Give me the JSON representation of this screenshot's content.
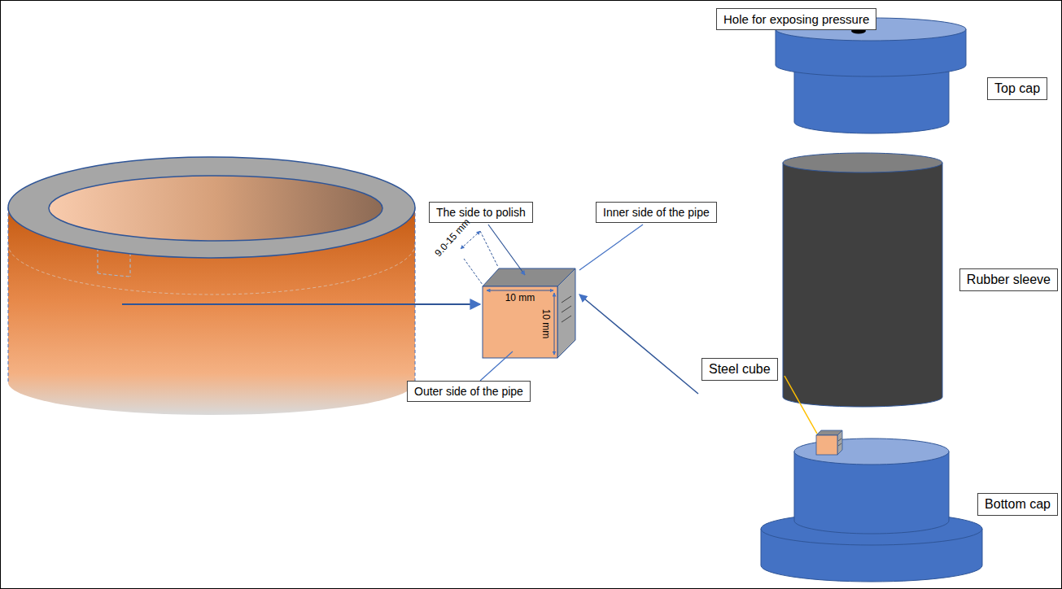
{
  "diagram": {
    "nodes": [
      {
        "text": [
          "Hole for exposing pressure"
        ]
      },
      {
        "text": [
          "The side to polish"
        ]
      },
      {
        "text": [
          "Inner side of the pipe"
        ]
      },
      {
        "text": [
          "Top cap"
        ]
      },
      {
        "text": [
          "Rubber sleeve"
        ]
      },
      {
        "text": [
          "Outer side of the pipe"
        ]
      },
      {
        "text": [
          "Steel cube"
        ]
      },
      {
        "text": [
          "Bottom cap"
        ]
      }
    ],
    "labels": [
      "10 mm",
      "10 mm",
      "9.0-15 mm"
    ]
  }
}
